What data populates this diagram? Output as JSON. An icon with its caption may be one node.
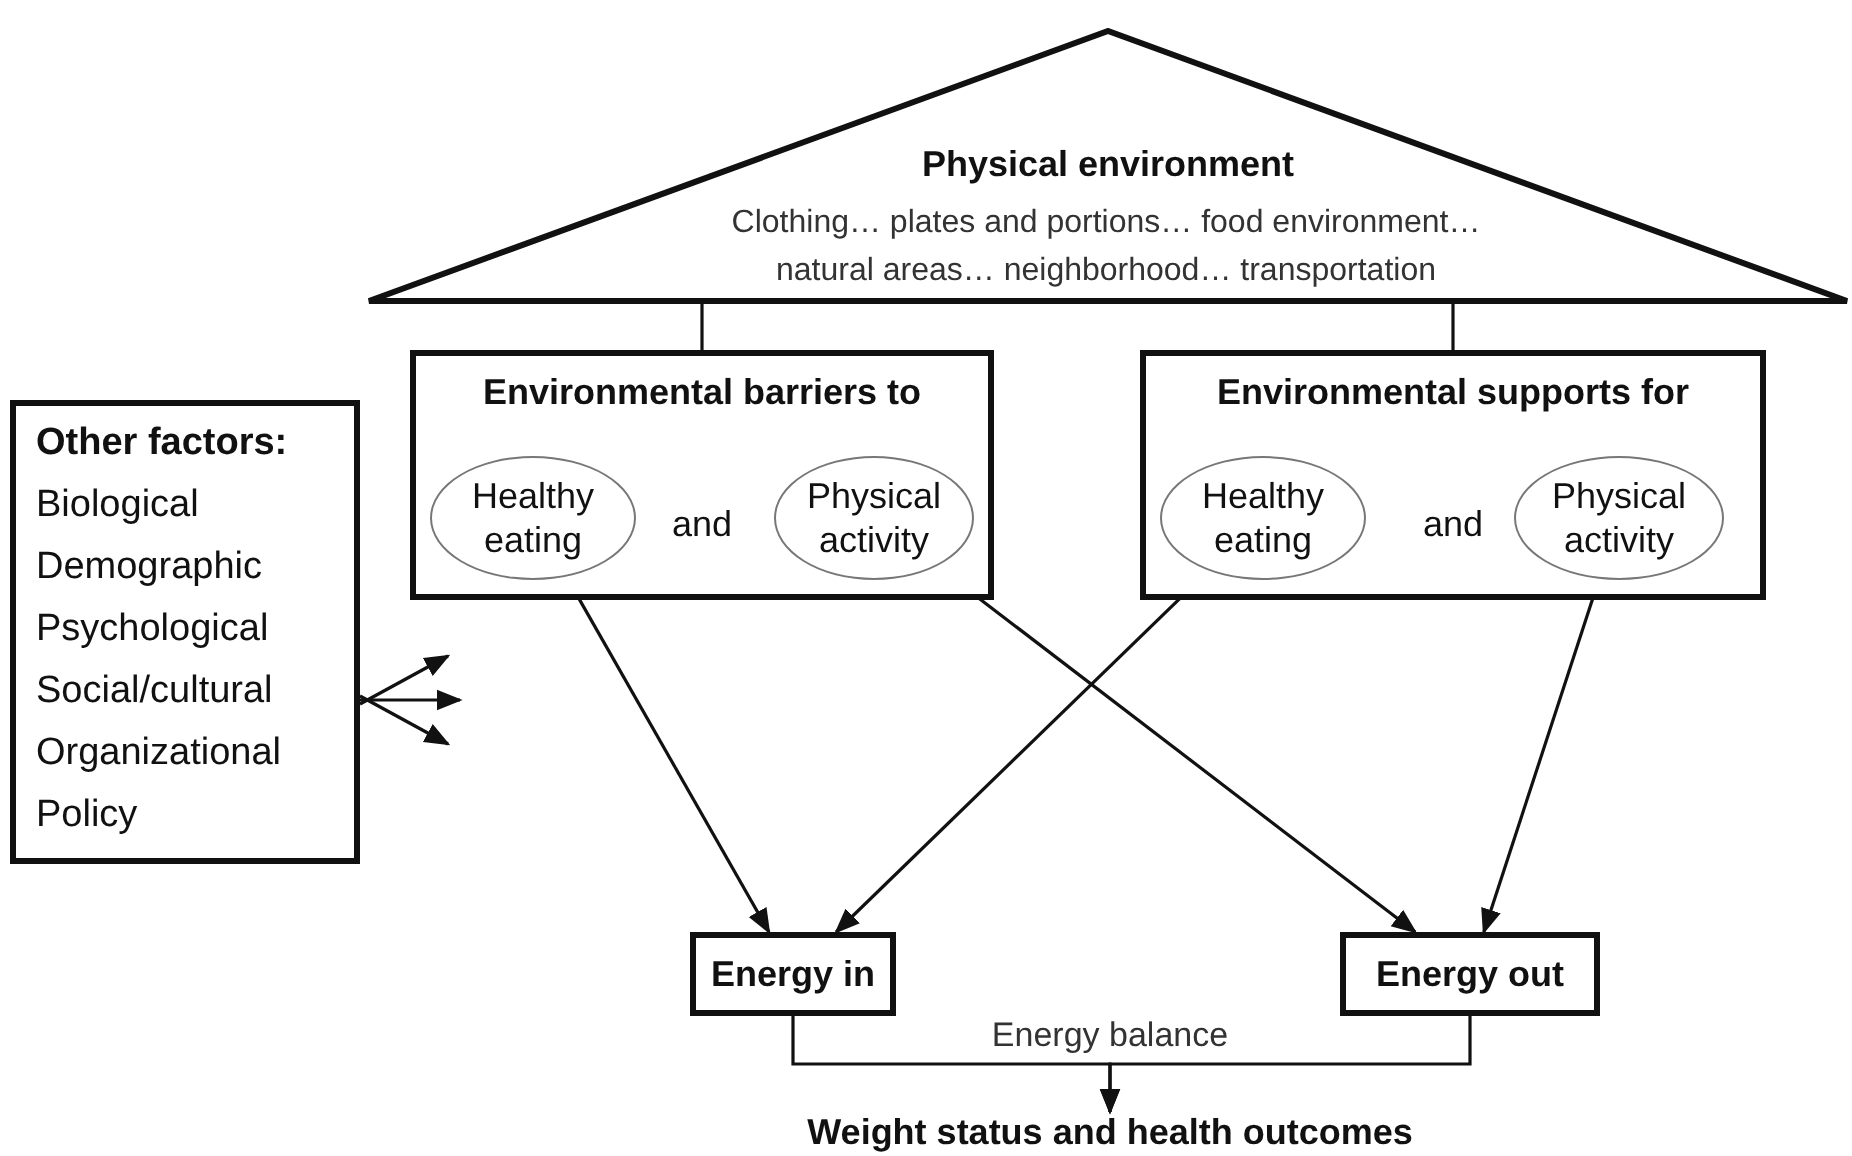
{
  "diagram": {
    "nodes": [
      {
        "text": [
          "Physical environment",
          "Clothing… plates and portions… food environment… natural areas… neighborhood… transportation"
        ]
      },
      {
        "text": [
          "Environmental barriers to",
          "and"
        ]
      },
      {
        "text": [
          "Healthy eating"
        ],
        "in": 1
      },
      {
        "text": [
          "Physical activity"
        ],
        "in": 1
      },
      {
        "text": [
          "Environmental supports for",
          "and"
        ]
      },
      {
        "text": [
          "Healthy eating"
        ],
        "in": 4
      },
      {
        "text": [
          "Physical activity"
        ],
        "in": 4
      },
      {
        "text": [
          "Other factors:",
          "Biological",
          "Demographic",
          "Psychological",
          "Social/cultural",
          "Organizational",
          "Policy"
        ]
      },
      {
        "text": [
          "Energy in"
        ]
      },
      {
        "text": [
          "Energy out"
        ]
      },
      {
        "text": [
          "Weight status and health outcomes"
        ]
      }
    ],
    "edges": [
      {
        "from": 0,
        "to": 1,
        "arrow": "none"
      },
      {
        "from": 0,
        "to": 4,
        "arrow": "none"
      },
      {
        "from": 7,
        "to": null,
        "arrow": "to"
      },
      {
        "from": 7,
        "to": null,
        "arrow": "to"
      },
      {
        "from": 7,
        "to": null,
        "arrow": "to"
      },
      {
        "from": 2,
        "to": 8,
        "arrow": "to"
      },
      {
        "from": 3,
        "to": 9,
        "arrow": "to"
      },
      {
        "from": 5,
        "to": 8,
        "arrow": "to"
      },
      {
        "from": 6,
        "to": 9,
        "arrow": "to"
      },
      {
        "from": 8,
        "to": 10,
        "arrow": "to",
        "label": "Energy balance"
      },
      {
        "from": 9,
        "to": 10,
        "arrow": "to"
      }
    ]
  }
}
